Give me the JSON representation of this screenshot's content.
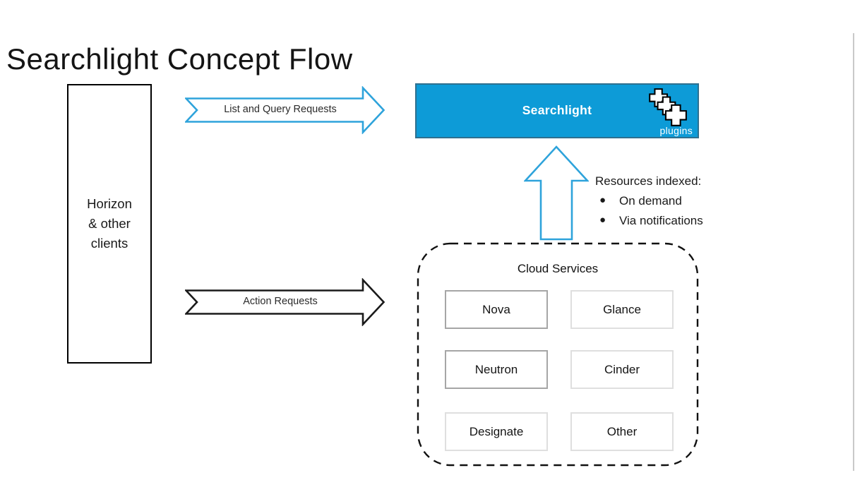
{
  "title": "Searchlight Concept Flow",
  "clients_box": {
    "lines": [
      "Horizon",
      "& other",
      "clients"
    ]
  },
  "flows": {
    "list_query_label": "List and Query Requests",
    "action_label": "Action Requests"
  },
  "searchlight": {
    "label": "Searchlight",
    "plugins_label": "plugins",
    "icon": "plugin-stack-icon",
    "fill_color": "#0D9BD7",
    "border_color": "#2F708F"
  },
  "indexing": {
    "heading": "Resources indexed:",
    "bullets": [
      "On demand",
      "Via notifications"
    ]
  },
  "cloud_services": {
    "title": "Cloud Services",
    "services": [
      {
        "name": "Nova",
        "border": "dark"
      },
      {
        "name": "Glance",
        "border": "light"
      },
      {
        "name": "Neutron",
        "border": "dark"
      },
      {
        "name": "Cinder",
        "border": "light"
      },
      {
        "name": "Designate",
        "border": "light"
      },
      {
        "name": "Other",
        "border": "light"
      }
    ]
  },
  "colors": {
    "arrow_blue": "#2EA3DB",
    "arrow_black": "#1A1A1A",
    "service_border_dark": "#A6A6A6",
    "service_border_light": "#DFDFDF"
  }
}
